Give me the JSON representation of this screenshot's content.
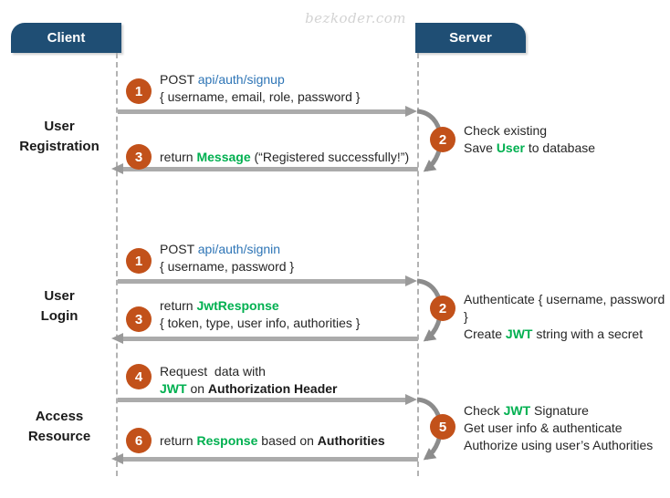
{
  "watermark": "bezkoder.com",
  "actors": {
    "client": "Client",
    "server": "Server"
  },
  "sections": {
    "registration": {
      "title": [
        "User",
        "Registration"
      ]
    },
    "login": {
      "title": [
        "User",
        "Login"
      ]
    },
    "access": {
      "title": [
        "Access",
        "Resource"
      ]
    }
  },
  "badges": {
    "r1": "1",
    "r2": "2",
    "r3": "3",
    "l1": "1",
    "l2": "2",
    "l3": "3",
    "a4": "4",
    "a5": "5",
    "a6": "6"
  },
  "messages": {
    "reg_signup": {
      "pre": "POST ",
      "endpoint": "api/auth/signup",
      "payload": "{ username, email, role, password }"
    },
    "reg_server": {
      "line1": "Check existing",
      "line2_pre": "Save ",
      "line2_kw": "User",
      "line2_post": " to database"
    },
    "reg_return": {
      "pre": "return ",
      "kw": "Message",
      "post": " (“Registered successfully!”)"
    },
    "login_signin": {
      "pre": "POST ",
      "endpoint": "api/auth/signin",
      "payload": "{ username, password }"
    },
    "login_server": {
      "line1": "Authenticate { username, password }",
      "line2_pre": "Create ",
      "line2_kw": "JWT",
      "line2_post": " string with a secret"
    },
    "login_return": {
      "pre": "return ",
      "kw": "JwtResponse",
      "payload": "{ token, type, user info, authorities }"
    },
    "access_request": {
      "line1": "Request  data with",
      "line2_kw": "JWT",
      "line2_mid": " on ",
      "line2_bold": "Authorization Header"
    },
    "access_server": {
      "line1_pre": "Check ",
      "line1_kw": "JWT",
      "line1_post": " Signature",
      "line2": "Get user info & authenticate",
      "line3": "Authorize using user’s Authorities"
    },
    "access_return": {
      "pre": "return ",
      "kw": "Response",
      "mid": " based on ",
      "bold": "Authorities"
    }
  },
  "colors": {
    "header_bg": "#1F4E74",
    "badge_orange": "#C2511A",
    "keyword_green": "#00B050",
    "link_blue": "#2E75B6",
    "arrow_gray": "#ABABAB",
    "loop_gray": "#8C8C8C"
  }
}
